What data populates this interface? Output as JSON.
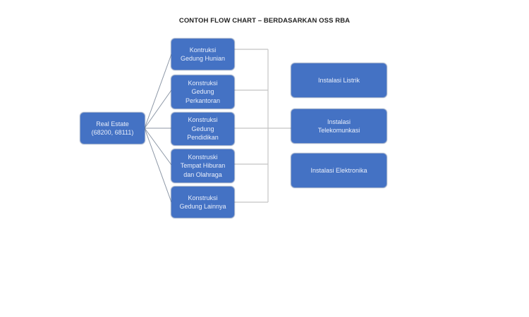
{
  "title": "CONTOH FLOW CHART – BERDASARKAN OSS RBA",
  "colors": {
    "node_fill": "#4472C4",
    "node_text": "#e8eefb",
    "connector": "#b8b8b8",
    "connector_root": "#8c97a6"
  },
  "root": {
    "label": "Real Estate\n(68200, 68111)"
  },
  "construction_nodes": [
    {
      "label": "Kontruksi\nGedung Hunian"
    },
    {
      "label": "Konstruksi\nGedung\nPerkantoran"
    },
    {
      "label": "Konstruksi\nGedung\nPendidikan"
    },
    {
      "label": "Konstruski\nTempat Hiburan\ndan Olahraga"
    },
    {
      "label": "Konstruksi\nGedung Lainnya"
    }
  ],
  "installation_nodes": [
    {
      "label": "Instalasi Listrik"
    },
    {
      "label": "Instalasi\nTelekomunkasi"
    },
    {
      "label": "Instalasi Elektronika"
    }
  ]
}
